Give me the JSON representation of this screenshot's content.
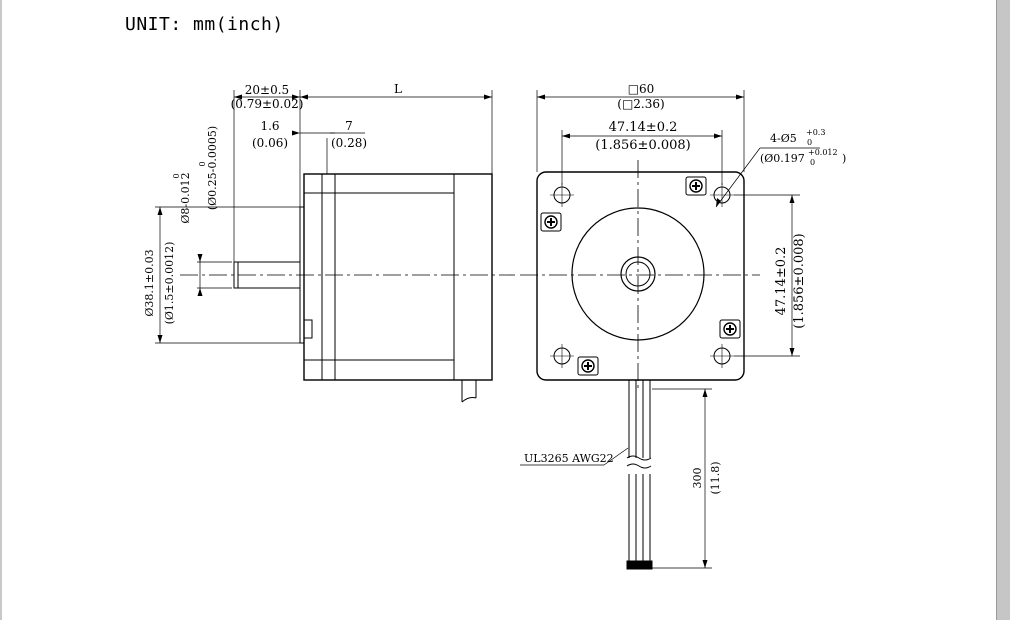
{
  "unit_label": "UNIT: mm(inch)",
  "dimensions": {
    "flange_len": "20±0.5",
    "flange_len_in": "(0.79±0.02)",
    "body_len": "L",
    "boss_len": "1.6",
    "boss_len_in": "(0.06)",
    "flat_len": "7",
    "flat_len_in": "(0.28)",
    "shaft_dia_tol_top": "0",
    "shaft_dia": "Ø8-0.012",
    "shaft_dia_in_tol_top": "0",
    "shaft_dia_in": "(Ø0.25-0.0005)",
    "pilot_dia": "Ø38.1±0.03",
    "pilot_dia_in": "(Ø1.5±0.0012)",
    "square": "□60",
    "square_in": "(□2.36)",
    "hole_pitch_h": "47.14±0.2",
    "hole_pitch_h_in": "(1.856±0.008)",
    "hole_spec": "4-Ø5",
    "hole_spec_tol_top": "+0.3",
    "hole_spec_tol_bot": "0",
    "hole_spec_in": "(Ø0.197",
    "hole_spec_in_tol_top": "+0.012",
    "hole_spec_in_tol_bot": "0",
    "hole_spec_in_close": ")",
    "hole_pitch_v": "47.14±0.2",
    "hole_pitch_v_in": "(1.856±0.008)",
    "wire_spec": "UL3265 AWG22",
    "lead_len": "300",
    "lead_len_in": "(11.8)"
  }
}
